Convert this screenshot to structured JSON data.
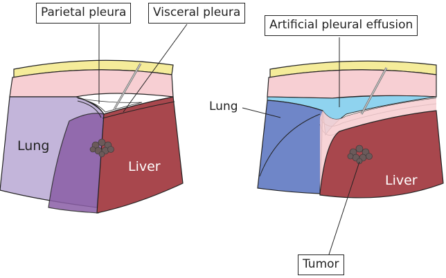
{
  "labels": {
    "parietal_pleura": "Parietal pleura",
    "visceral_pleura": "Visceral pleura",
    "artificial_effusion": "Artificial pleural effusion",
    "lung_left": "Lung",
    "liver_left": "Liver",
    "lung_right": "Lung",
    "liver_right": "Liver",
    "tumor": "Tumor"
  },
  "colors": {
    "skin_yellow": "#f5ec9a",
    "muscle_pink": "#f7cfd3",
    "liver": "#a8474d",
    "lung_left": "#c3b5da",
    "lung_left_overlap": "#8a5ea6",
    "lung_right": "#6f86c8",
    "effusion": "#8fd3ef",
    "tumor": "#6b5a5a",
    "outline": "#222222"
  }
}
